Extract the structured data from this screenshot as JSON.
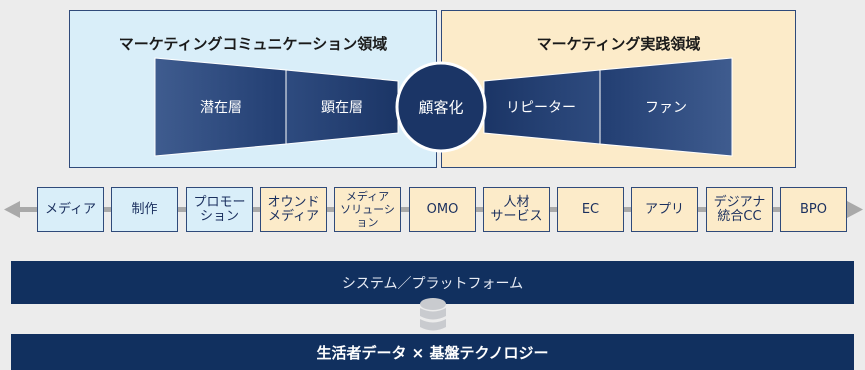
{
  "domains": {
    "communication": "マーケティングコミュニケーション領域",
    "practice": "マーケティング実践領域"
  },
  "funnel": {
    "latent": "潜在層",
    "manifest": "顕在層",
    "conversion": "顧客化",
    "repeater": "リピーター",
    "fan": "ファン"
  },
  "services": [
    {
      "label": "メディア",
      "domain": "communication"
    },
    {
      "label": "制作",
      "domain": "communication"
    },
    {
      "label": "プロモー\nション",
      "domain": "communication"
    },
    {
      "label": "オウンド\nメディア",
      "domain": "practice"
    },
    {
      "label": "メディア\nソリューション",
      "domain": "practice"
    },
    {
      "label": "OMO",
      "domain": "practice"
    },
    {
      "label": "人材\nサービス",
      "domain": "practice"
    },
    {
      "label": "EC",
      "domain": "practice"
    },
    {
      "label": "アプリ",
      "domain": "practice"
    },
    {
      "label": "デジアナ\n統合CC",
      "domain": "practice"
    },
    {
      "label": "BPO",
      "domain": "practice"
    }
  ],
  "foundation": {
    "system": "システム／プラットフォーム",
    "data": "生活者データ × 基盤テクノロジー"
  },
  "colors": {
    "communication_bg": "#d9eef9",
    "practice_bg": "#fcebc9",
    "navy": "#11305f",
    "border": "#2f4a7a"
  }
}
